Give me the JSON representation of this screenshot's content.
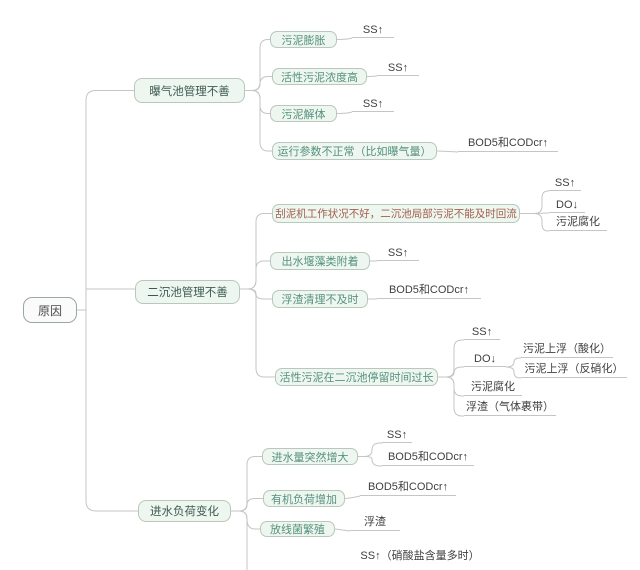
{
  "page": {
    "background": "#ffffff",
    "line_color": "#c5c5c5",
    "node_fill": "#edf6ef",
    "node_border": "#b9c7bd",
    "teal_text": "#57917f",
    "warn_text": "#a2604d"
  },
  "root": {
    "label": "原因"
  },
  "branches": [
    {
      "label": "曝气池管理不善",
      "children": [
        {
          "label": "污泥膨胀",
          "effects": [
            {
              "label": "SS↑"
            }
          ]
        },
        {
          "label": "活性污泥浓度高",
          "effects": [
            {
              "label": "SS↑"
            }
          ]
        },
        {
          "label": "污泥解体",
          "effects": [
            {
              "label": "SS↑"
            }
          ]
        },
        {
          "label": "运行参数不正常（比如曝气量）",
          "effects": [
            {
              "label": "BOD5和CODcr↑"
            }
          ]
        }
      ]
    },
    {
      "label": "二沉池管理不善",
      "children": [
        {
          "label": "刮泥机工作状况不好，二沉池局部污泥不能及时回流",
          "effects": [
            {
              "label": "SS↑"
            },
            {
              "label": "DO↓"
            },
            {
              "label": "污泥腐化"
            }
          ]
        },
        {
          "label": "出水堰藻类附着",
          "effects": [
            {
              "label": "SS↑"
            }
          ]
        },
        {
          "label": "浮渣清理不及时",
          "effects": [
            {
              "label": "BOD5和CODcr↑"
            }
          ]
        },
        {
          "label": "活性污泥在二沉池停留时间过长",
          "effects": [
            {
              "label": "SS↑"
            },
            {
              "label": "DO↓",
              "children": [
                {
                  "label": "污泥上浮（酸化）"
                },
                {
                  "label": "污泥上浮（反硝化）"
                }
              ]
            },
            {
              "label": "污泥腐化"
            },
            {
              "label": "浮渣（气体裹带）"
            }
          ]
        }
      ]
    },
    {
      "label": "进水负荷变化",
      "children": [
        {
          "label": "进水量突然增大",
          "effects": [
            {
              "label": "SS↑"
            },
            {
              "label": "BOD5和CODcr↑"
            }
          ]
        },
        {
          "label": "有机负荷增加",
          "effects": [
            {
              "label": "BOD5和CODcr↑"
            }
          ]
        },
        {
          "label": "放线菌繁殖",
          "effects": [
            {
              "label": "浮渣"
            }
          ]
        },
        {
          "label": "SS↑（硝酸盐含量多时）"
        }
      ]
    }
  ]
}
